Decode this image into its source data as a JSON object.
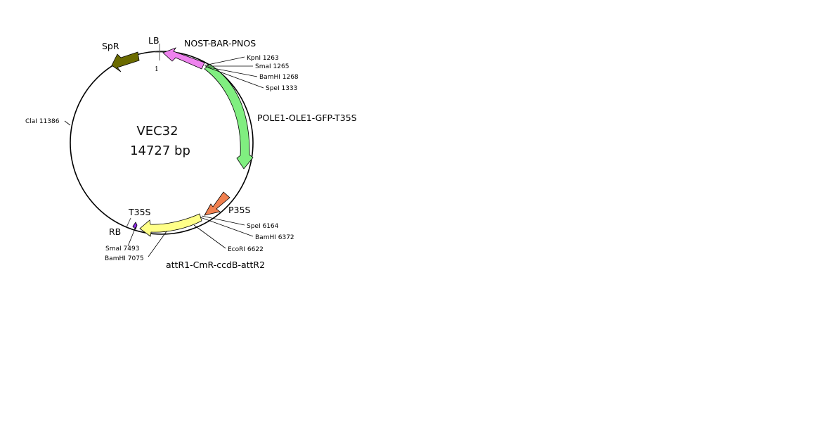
{
  "plasmid": {
    "name": "VEC32",
    "size": "14727 bp"
  },
  "markers": {
    "lb": "LB",
    "rb": "RB",
    "position_one": "1"
  },
  "features": [
    {
      "key": "spr",
      "label": "SpR",
      "color": "#6b6b00"
    },
    {
      "key": "nost_bar_pnos",
      "label": "NOST-BAR-PNOS",
      "color": "#ee82ee"
    },
    {
      "key": "pole1_ole1_gfp_t35s",
      "label": "POLE1-OLE1-GFP-T35S",
      "color": "#80ee80"
    },
    {
      "key": "p35s",
      "label": "P35S",
      "color": "#f08050"
    },
    {
      "key": "attr1_cmr_ccdb_attr2",
      "label": "attR1-CmR-ccdB-attR2",
      "color": "#ffff88"
    },
    {
      "key": "t35s",
      "label": "T35S",
      "color": "#8a2be2"
    }
  ],
  "sites": {
    "kpni": "KpnI 1263",
    "smai_1265": "SmaI 1265",
    "bamhi_1268": "BamHI 1268",
    "spei_1333": "SpeI 1333",
    "spei_6164": "SpeI 6164",
    "bamhi_6372": "BamHI 6372",
    "ecori_6622": "EcoRI 6622",
    "smai_7493": "SmaI 7493",
    "bamhi_7075": "BamHI 7075",
    "clai_11386": "ClaI 11386"
  }
}
